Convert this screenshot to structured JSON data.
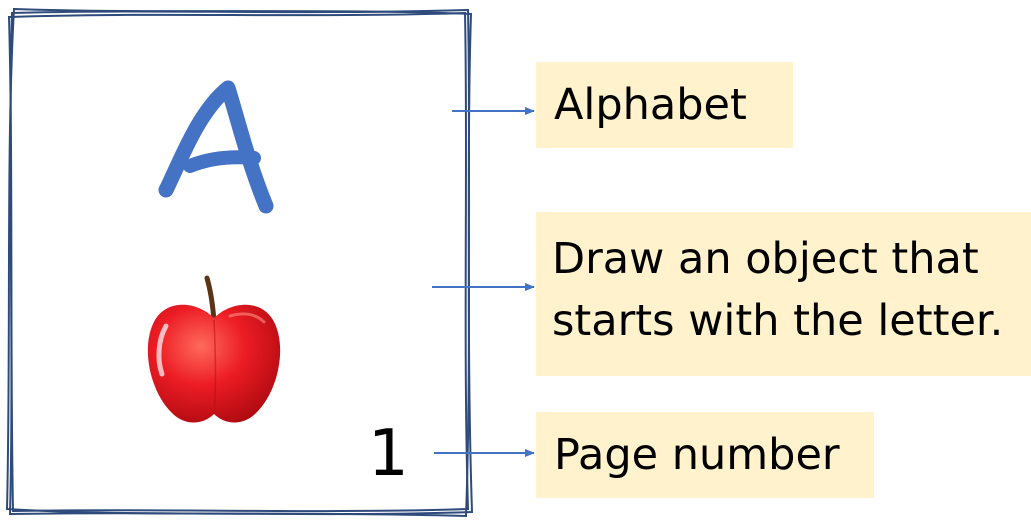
{
  "page": {
    "letter": "A",
    "page_number": "1",
    "illustration": "apple-icon"
  },
  "callouts": {
    "alphabet": "Alphabet",
    "draw_line1": "Draw an object that",
    "draw_line2": "starts with the letter.",
    "page_number": "Page number"
  },
  "colors": {
    "letter": "#4472c4",
    "arrow": "#4472c4",
    "frame": "#2f4b7c",
    "callout_bg": "#fff2cc",
    "apple": "#e8141e",
    "stem": "#5a3416"
  }
}
